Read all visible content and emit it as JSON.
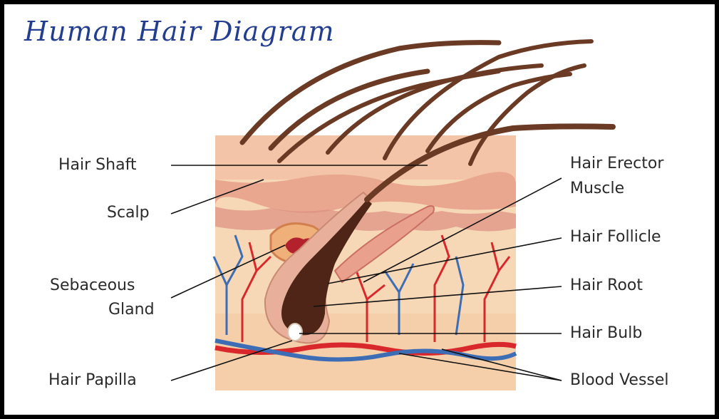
{
  "title": "Human Hair Diagram",
  "labels_left": {
    "hair_shaft": "Hair Shaft",
    "scalp": "Scalp",
    "sebaceous_gland_1": "Sebaceous",
    "sebaceous_gland_2": "Gland",
    "hair_papilla": "Hair Papilla"
  },
  "labels_right": {
    "hair_erector_muscle_1": "Hair Erector",
    "hair_erector_muscle_2": "Muscle",
    "hair_follicle": "Hair Follicle",
    "hair_root": "Hair Root",
    "hair_bulb": "Hair Bulb",
    "blood_vessel": "Blood Vessel"
  },
  "colors": {
    "title": "#233d8f",
    "skin_top": "#f1c3a9",
    "dermis": "#f7d8b6",
    "hair": "#6b3a24",
    "artery": "#d9282c",
    "vein": "#3d6db5",
    "muscle": "#e9a08c"
  }
}
